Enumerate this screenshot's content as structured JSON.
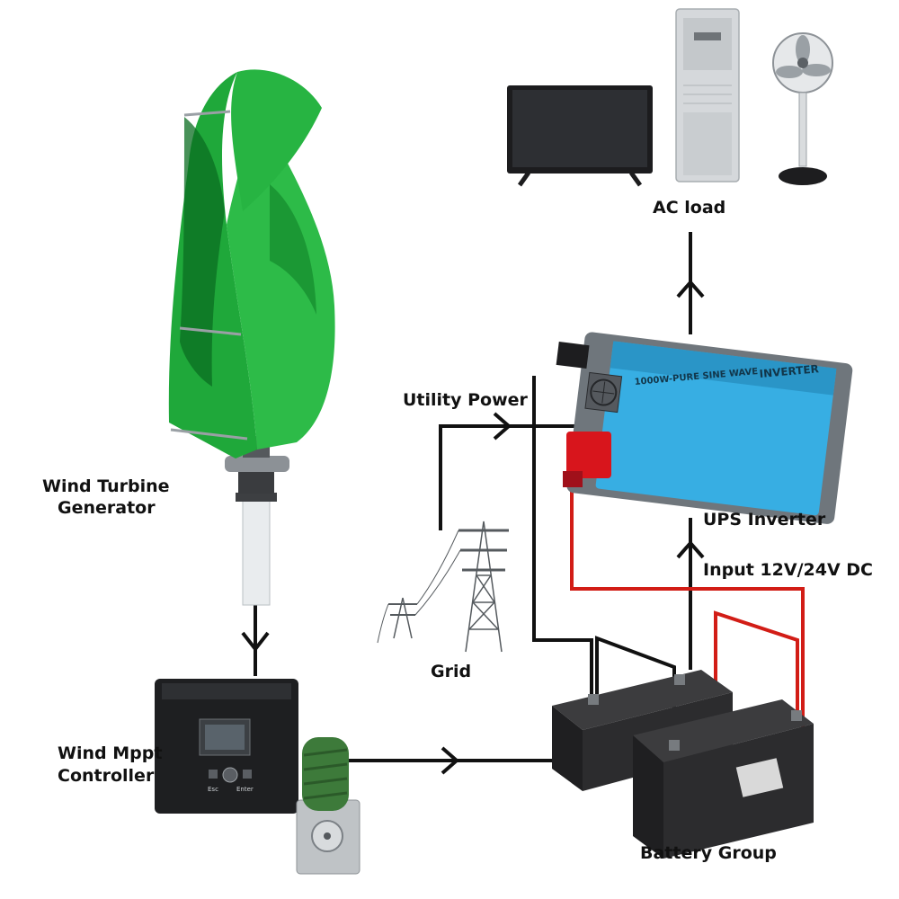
{
  "labels": {
    "ac_load": "AC load",
    "utility_power": "Utility Power",
    "wind_turbine_line1": "Wind Turbine",
    "wind_turbine_line2": "Generator",
    "ups_inverter": "UPS Inverter",
    "input_dc": "Input 12V/24V DC",
    "grid": "Grid",
    "controller_line1": "Wind Mppt",
    "controller_line2": "Controller",
    "battery_group": "Battery Group"
  },
  "inverter_text": {
    "model": "1000W-PURE SINE WAVE",
    "brand": "INVERTER"
  },
  "controller_text": {
    "esc": "Esc",
    "enter": "Enter"
  },
  "colors": {
    "turbine_green": "#1fa83a",
    "turbine_dark": "#0b6e22",
    "inverter_blue": "#37aee3",
    "inverter_gray": "#6f767c",
    "battery_body": "#2c2c2c",
    "wire_black": "#111111",
    "wire_red": "#d21d16",
    "terminal_red": "#d8151c",
    "resistor_green": "#3d7a3a"
  },
  "icons": [
    "turbine-icon",
    "tv-icon",
    "air-conditioner-icon",
    "fan-icon",
    "inverter-icon",
    "power-tower-icon",
    "controller-icon",
    "resistor-icon",
    "battery-icon"
  ]
}
